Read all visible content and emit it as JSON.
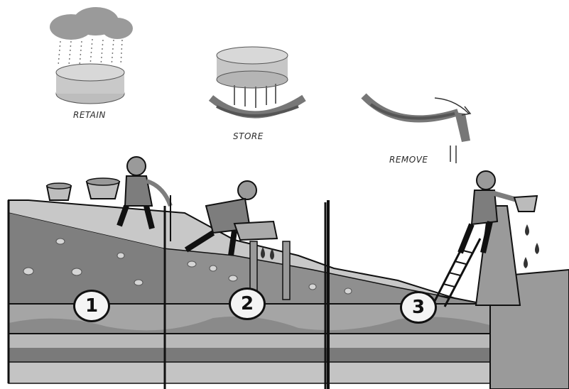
{
  "labels": {
    "retain": "RETAIN",
    "store": "STORE",
    "remove": "REMOVE"
  },
  "zones": [
    {
      "number": "1"
    },
    {
      "number": "2"
    },
    {
      "number": "3"
    }
  ],
  "colors": {
    "topsoil": "#8f8f8f",
    "subsoil": "#6d6d6d",
    "clay_band": "#a9a9a9",
    "deep_layer": "#7a7a7a",
    "cloud": "#9a9a9a",
    "sponge": "#c9c9c9",
    "figure": "#7d7d7d",
    "outline": "#111111"
  },
  "icons": [
    "rain-cloud-icon",
    "sponge-icon",
    "bucket-icon",
    "person-icon",
    "ladder-icon",
    "water-drop-icon"
  ]
}
